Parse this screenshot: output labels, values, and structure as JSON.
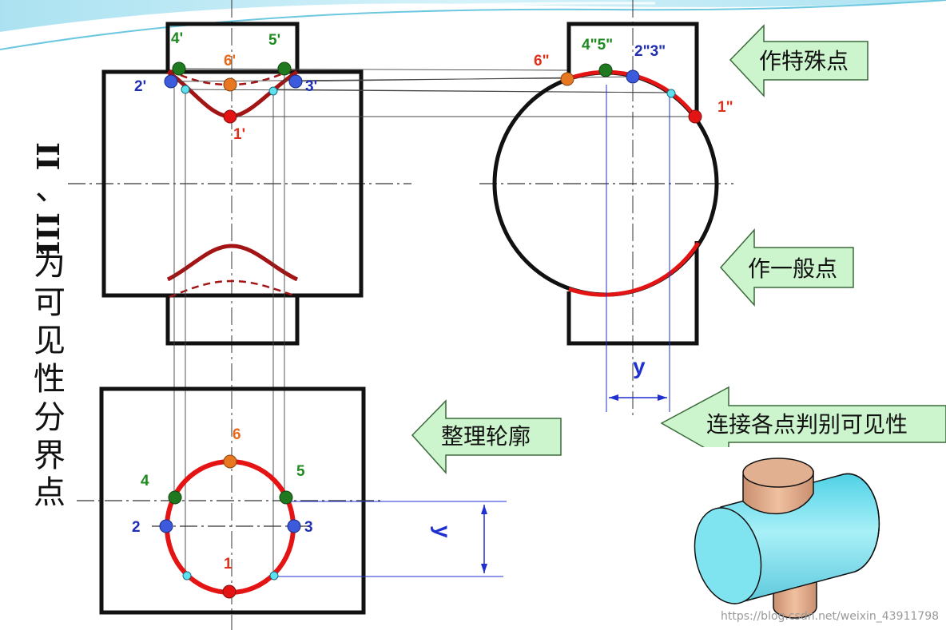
{
  "colors": {
    "red": "#e41414",
    "dark_red": "#a31414",
    "green": "#1f7a1f",
    "orange": "#e87722",
    "blue": "#3b5bdc",
    "cyan": "#5fe0ee",
    "label_red": "#e0301a",
    "label_green": "#1f8a1f",
    "label_blue": "#1f2fb0",
    "label_orange": "#e86a1a",
    "arrow_fill": "#cdf5cd",
    "dim_blue": "#1f2fd0",
    "cylinder_cyan": "#7fe4f0",
    "cylinder_tan": "#dca98a"
  },
  "front_view": {
    "labels": {
      "p4": "4'",
      "p5": "5'",
      "p6": "6'",
      "p2": "2'",
      "p3": "3'",
      "p1": "1'"
    }
  },
  "side_view": {
    "labels": {
      "p6": "6\"",
      "p45": "4\"5\"",
      "p23": "2\"3\"",
      "p1": "1\""
    },
    "dimension_label": "y"
  },
  "top_view": {
    "labels": {
      "p6": "6",
      "p4": "4",
      "p5": "5",
      "p2": "2",
      "p3": "3",
      "p1": "1"
    },
    "dimension_label": "y"
  },
  "arrows": {
    "special_points": "作特殊点",
    "general_points": "作一般点",
    "connect_points": "连接各点判别可见性",
    "tidy_outline": "整理轮廓"
  },
  "side_caption": {
    "line1": "II",
    "line2": "、",
    "line3": "III",
    "line4": "为",
    "line5": "可",
    "line6": "见",
    "line7": "性",
    "line8": "分",
    "line9": "界",
    "line10": "点"
  },
  "watermark": "https://blog.csdn.net/weixin_43911798"
}
